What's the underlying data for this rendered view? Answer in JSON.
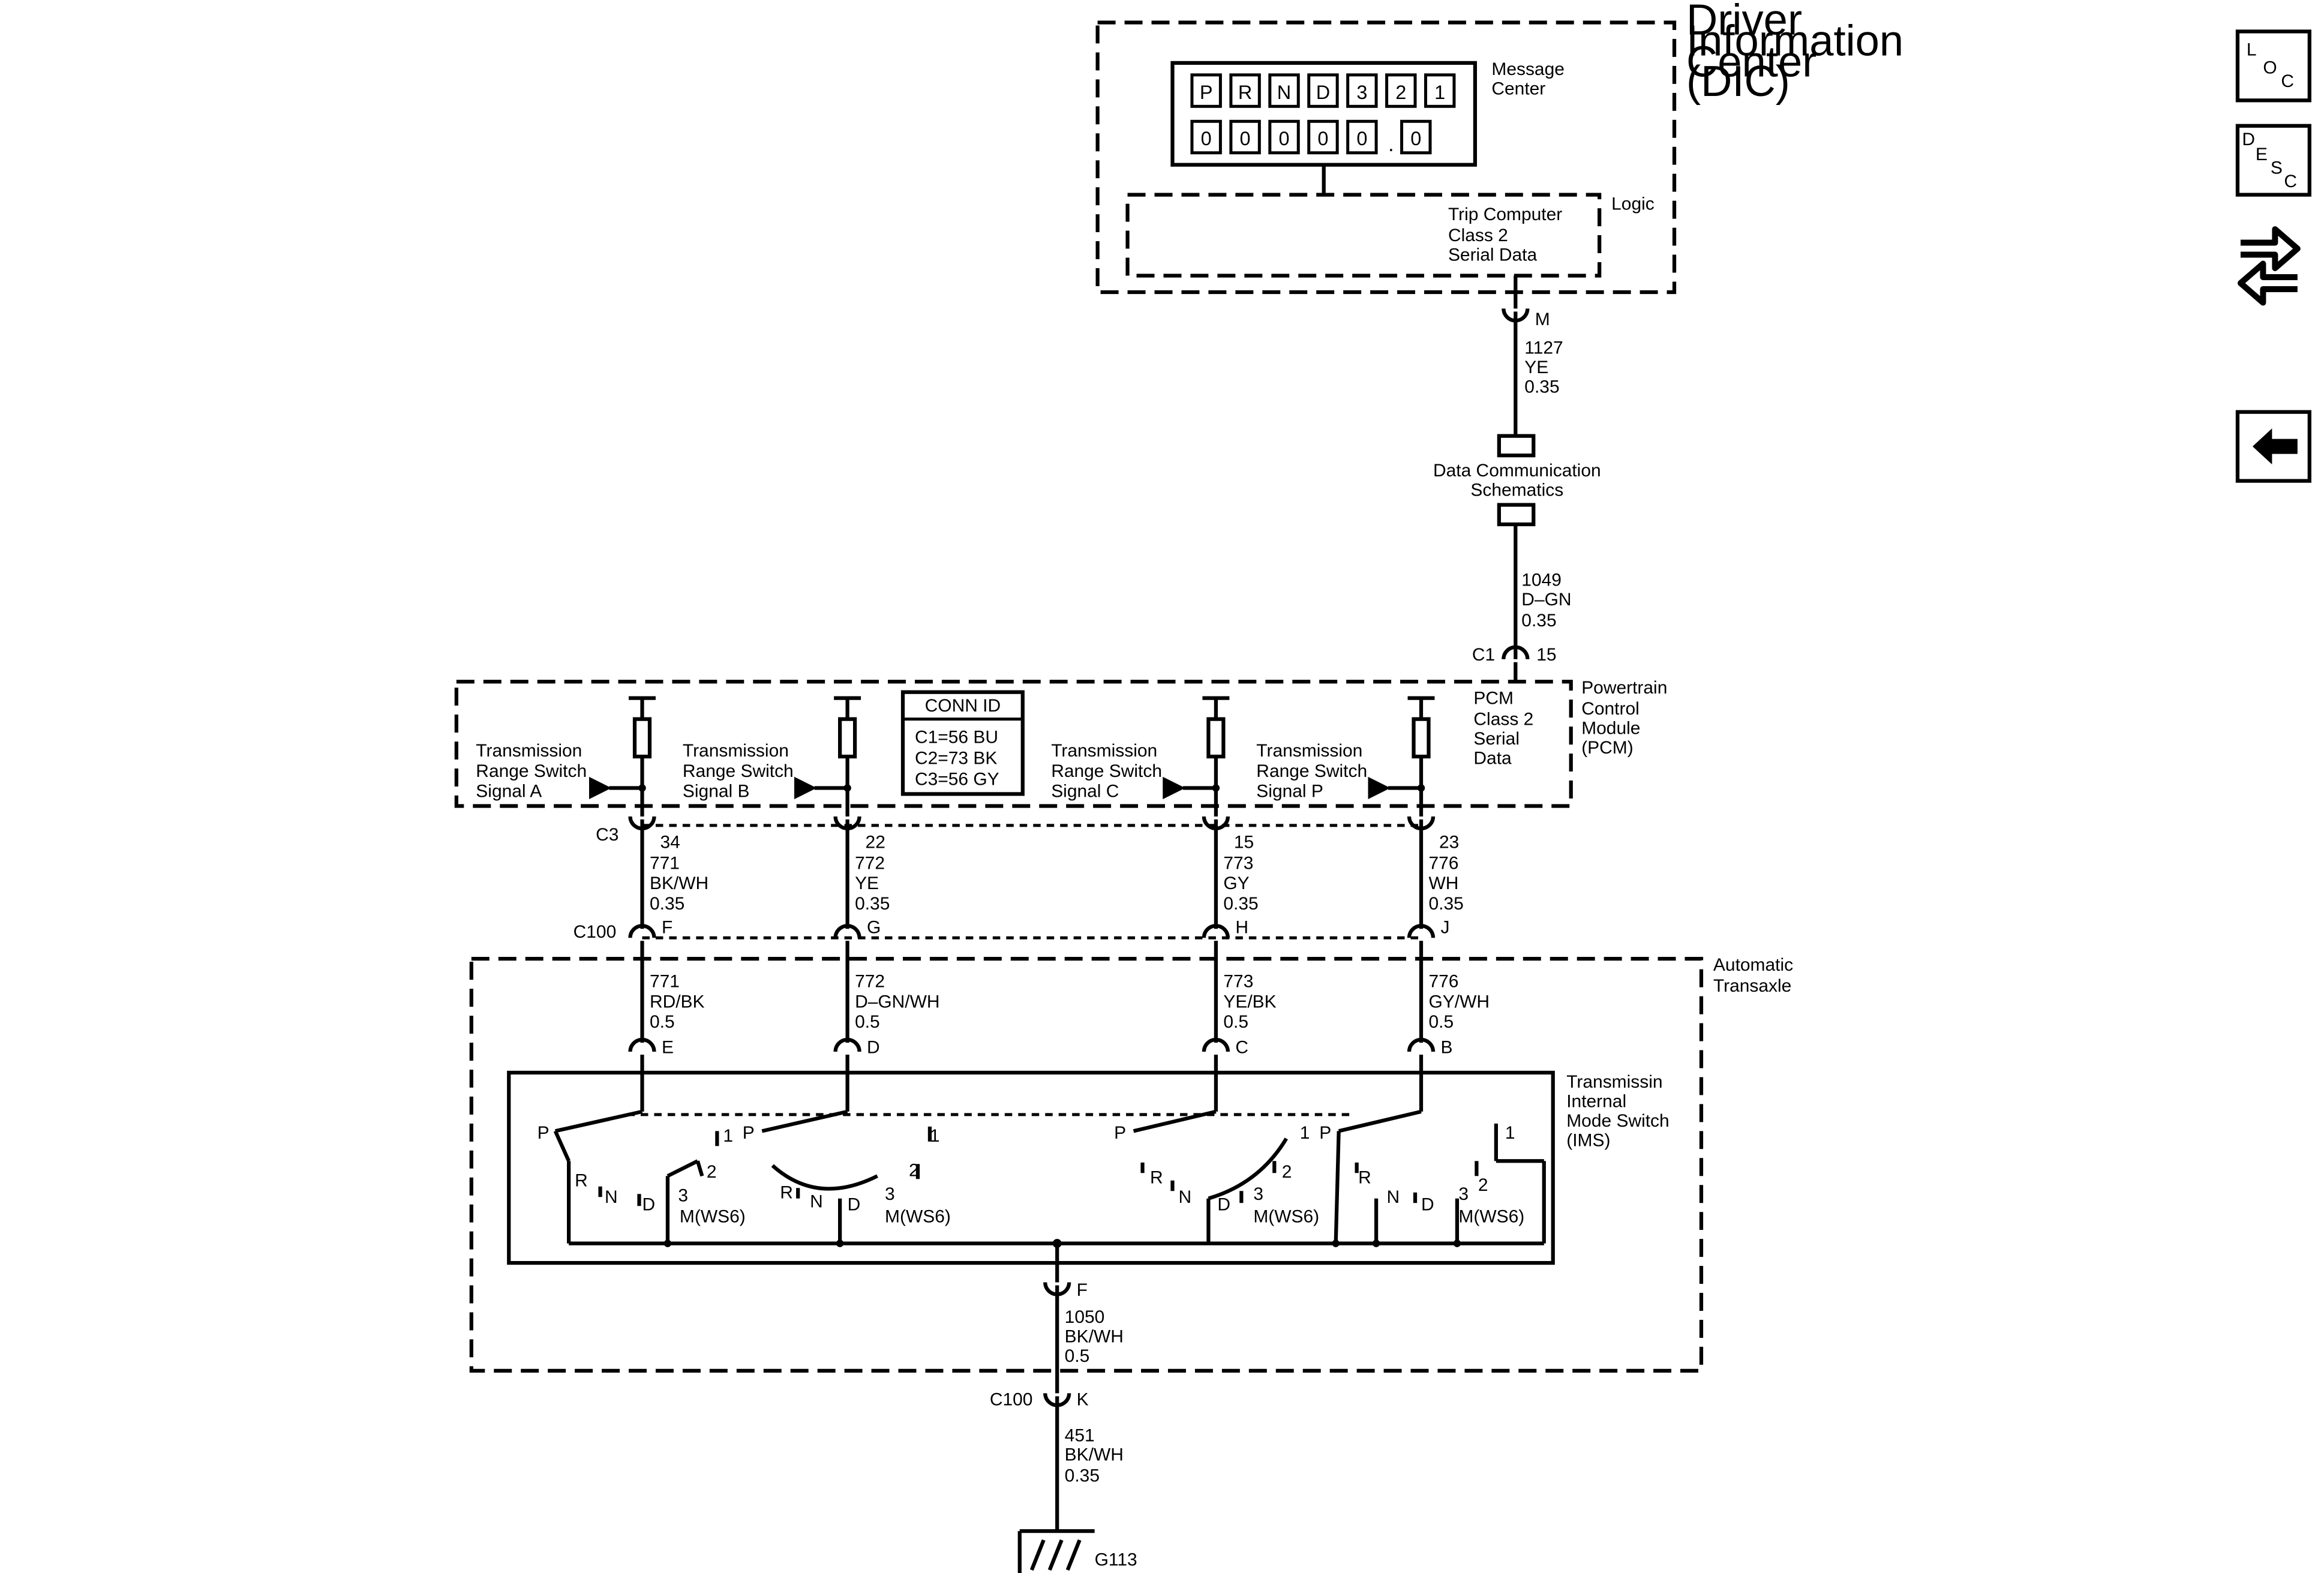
{
  "dic": {
    "title": [
      "Driver",
      "Information",
      "Center",
      "(DIC)"
    ],
    "message_center_label": [
      "Message",
      "Center"
    ],
    "gear_cells": [
      "P",
      "R",
      "N",
      "D",
      "3",
      "2",
      "1"
    ],
    "odometer_digits": [
      "0",
      "0",
      "0",
      "0",
      "0",
      "0"
    ],
    "decimal_point": ".",
    "logic_label": "Logic",
    "trip_label": [
      "Trip Computer",
      "Class 2",
      "Serial Data"
    ],
    "pin": "M",
    "wire": [
      "1127",
      "YE",
      "0.35"
    ]
  },
  "data_comm": {
    "label": [
      "Data Communication",
      "Schematics"
    ],
    "wire": [
      "1049",
      "D–GN",
      "0.35"
    ],
    "conn": "C1",
    "pin": "15"
  },
  "pcm": {
    "title": [
      "Powertrain",
      "Control",
      "Module",
      "(PCM)"
    ],
    "class2_label": [
      "PCM",
      "Class 2",
      "Serial",
      "Data"
    ],
    "conn_id_title": "CONN ID",
    "conn_id_rows": [
      "C1=56 BU",
      "C2=73 BK",
      "C3=56 GY"
    ],
    "c3_label": "C3"
  },
  "circuits": [
    {
      "signal": [
        "Transmission",
        "Range Switch",
        "Signal A"
      ],
      "pcm_pin": "34",
      "upper_wire": [
        "771",
        "BK/WH",
        "0.35"
      ],
      "c100_pin": "F",
      "lower_wire": [
        "771",
        "RD/BK",
        "0.5"
      ],
      "trans_pin": "E"
    },
    {
      "signal": [
        "Transmission",
        "Range Switch",
        "Signal B"
      ],
      "pcm_pin": "22",
      "upper_wire": [
        "772",
        "YE",
        "0.35"
      ],
      "c100_pin": "G",
      "lower_wire": [
        "772",
        "D–GN/WH",
        "0.5"
      ],
      "trans_pin": "D"
    },
    {
      "signal": [
        "Transmission",
        "Range Switch",
        "Signal C"
      ],
      "pcm_pin": "15",
      "upper_wire": [
        "773",
        "GY",
        "0.35"
      ],
      "c100_pin": "H",
      "lower_wire": [
        "773",
        "YE/BK",
        "0.5"
      ],
      "trans_pin": "C"
    },
    {
      "signal": [
        "Transmission",
        "Range Switch",
        "Signal P"
      ],
      "pcm_pin": "23",
      "upper_wire": [
        "776",
        "WH",
        "0.35"
      ],
      "c100_pin": "J",
      "lower_wire": [
        "776",
        "GY/WH",
        "0.5"
      ],
      "trans_pin": "B"
    }
  ],
  "c100_label": "C100",
  "transaxle": {
    "title": [
      "Automatic",
      "Transaxle"
    ],
    "ims_title": [
      "Transmissin",
      "Internal",
      "Mode Switch",
      "(IMS)"
    ],
    "positions": [
      "P",
      "R",
      "N",
      "D",
      "3",
      "2",
      "1"
    ],
    "manual_label": "M(WS6)"
  },
  "ground": {
    "ims_pin": "F",
    "wire1": [
      "1050",
      "BK/WH",
      "0.5"
    ],
    "c100_label": "C100",
    "c100_pin": "K",
    "wire2": [
      "451",
      "BK/WH",
      "0.35"
    ],
    "ground_label": "G113"
  },
  "nav": {
    "loc": [
      "L",
      "O",
      "C"
    ],
    "desc": [
      "D",
      "E",
      "S",
      "C"
    ],
    "connector_icon": "connector-icon",
    "back_icon": "back-arrow-icon"
  }
}
